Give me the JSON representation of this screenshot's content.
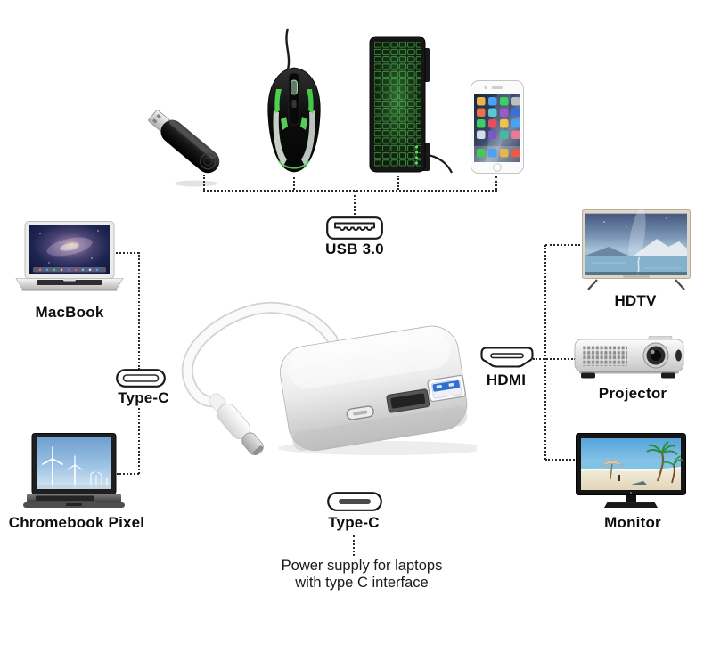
{
  "top": {
    "devices": [
      {
        "name": "USB flash drive"
      },
      {
        "name": "Gaming mouse"
      },
      {
        "name": "Backlit keyboard"
      },
      {
        "name": "iPhone"
      }
    ],
    "port_label": "USB 3.0"
  },
  "left": {
    "macbook_label": "MacBook",
    "port_label": "Type-C",
    "chromebook_label": "Chromebook Pixel"
  },
  "center": {
    "device": "USB-C multiport adapter"
  },
  "right": {
    "port_label": "HDMI",
    "hdtv_label": "HDTV",
    "projector_label": "Projector",
    "monitor_label": "Monitor"
  },
  "bottom": {
    "port_label": "Type-C",
    "note_line1": "Power supply for laptops",
    "note_line2": "with type C interface"
  },
  "colors": {
    "background": "#ffffff",
    "connector_line": "#2a2a2a",
    "label_text": "#0d0d0d",
    "usb_port_blue": "#2f6fd2",
    "keyboard_backlight_green": "#4dbb4d"
  }
}
